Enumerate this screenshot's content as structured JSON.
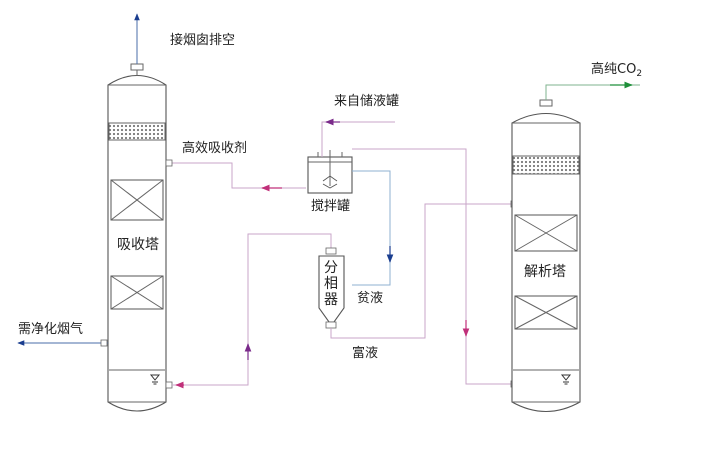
{
  "labels": {
    "stack_exhaust": "接烟囱排空",
    "high_purity_co2": "高纯CO",
    "co2_subscript": "2",
    "from_storage_tank": "来自储液罐",
    "efficient_absorbent": "高效吸收剂",
    "stirred_tank": "搅拌罐",
    "absorber": "吸收塔",
    "phase_separator_chars": [
      "分",
      "相",
      "器"
    ],
    "lean_liquid": "贫液",
    "rich_liquid": "富液",
    "flue_gas_to_purify": "需净化烟气",
    "stripper": "解析塔"
  },
  "colors": {
    "line": "#666666",
    "pink_pipe": "#c9a6c9",
    "blue_pipe": "#8fb0d0",
    "arrow_blue": "#1a3d8f",
    "arrow_purple": "#7a2a8a",
    "arrow_magenta": "#c0307a",
    "arrow_green": "#1f8f3a",
    "packing": "#777777"
  }
}
